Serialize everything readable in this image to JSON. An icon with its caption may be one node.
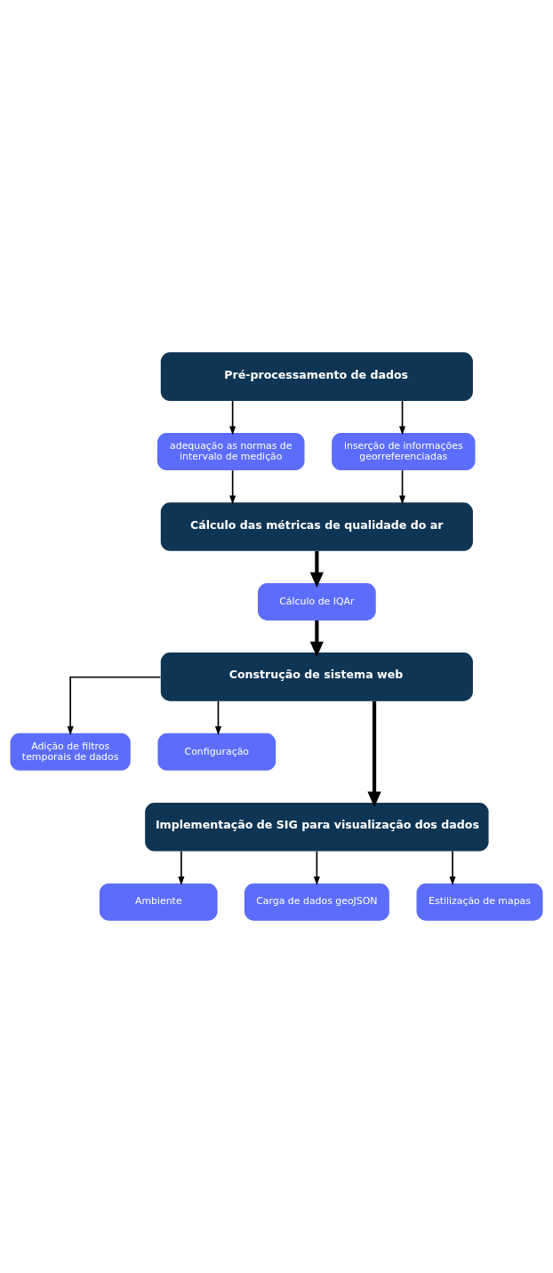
{
  "diagram": {
    "nodes": [
      {
        "text": [
          "Pré-processamento de dados"
        ]
      },
      {
        "text": [
          "adequação as normas de intervalo de medição"
        ]
      },
      {
        "text": [
          "inserção de informações georreferenciadas"
        ]
      },
      {
        "text": [
          "Cálculo das métricas de qualidade do ar"
        ]
      },
      {
        "text": [
          "Cálculo de IQAr"
        ]
      },
      {
        "text": [
          "Construção de sistema web"
        ]
      },
      {
        "text": [
          "Adição de filtros temporais de dados"
        ]
      },
      {
        "text": [
          "Configuração"
        ]
      },
      {
        "text": [
          "Implementação de SIG para visualização dos dados"
        ]
      },
      {
        "text": [
          "Ambiente"
        ]
      },
      {
        "text": [
          "Carga de dados geoJSON"
        ]
      },
      {
        "text": [
          "Estilização de mapas"
        ]
      }
    ],
    "edges": [
      {
        "from": 0,
        "to": 1,
        "arrow": "to"
      },
      {
        "from": 0,
        "to": 2,
        "arrow": "to"
      },
      {
        "from": 1,
        "to": 3,
        "arrow": "to"
      },
      {
        "from": 2,
        "to": 3,
        "arrow": "to"
      },
      {
        "from": 3,
        "to": 4,
        "arrow": "to",
        "style": "thick"
      },
      {
        "from": 4,
        "to": 5,
        "arrow": "to",
        "style": "thick"
      },
      {
        "from": 5,
        "to": 6,
        "arrow": "to"
      },
      {
        "from": 5,
        "to": 7,
        "arrow": "to"
      },
      {
        "from": 5,
        "to": 8,
        "arrow": "to",
        "style": "thick"
      },
      {
        "from": 8,
        "to": 9,
        "arrow": "to"
      },
      {
        "from": 8,
        "to": 10,
        "arrow": "to"
      },
      {
        "from": 8,
        "to": 11,
        "arrow": "to"
      }
    ]
  }
}
